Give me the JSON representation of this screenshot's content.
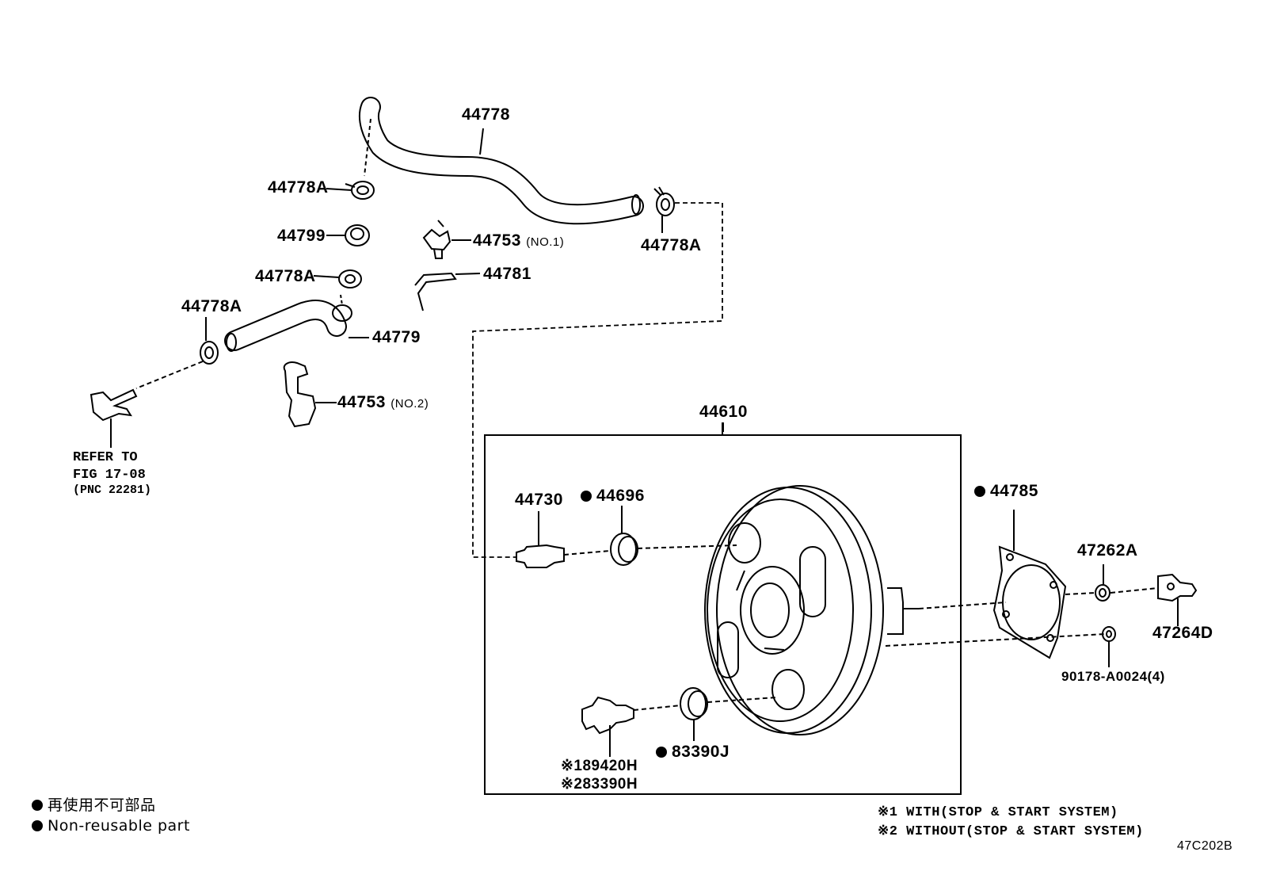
{
  "parts": {
    "p44778": "44778",
    "p44778a_top": "44778A",
    "p44778a_right": "44778A",
    "p44799": "44799",
    "p44753_1": "44753",
    "p44753_1_note": "(NO.1)",
    "p44781": "44781",
    "p44778a_mid": "44778A",
    "p44778a_left": "44778A",
    "p44779": "44779",
    "p44753_2": "44753",
    "p44753_2_note": "(NO.2)",
    "p44610": "44610",
    "p44730": "44730",
    "p44696": "44696",
    "p44785": "44785",
    "p47262a": "47262A",
    "p47264d": "47264D",
    "p90178": "90178-A0024(4)",
    "p83390j": "83390J",
    "p189420h": "※189420H",
    "p283390h": "※283390H"
  },
  "refer": {
    "line1": "REFER TO",
    "line2": "FIG 17-08",
    "line3": "(PNC 22281)"
  },
  "legend": {
    "jp": "再使用不可部品",
    "en": "Non-reusable part"
  },
  "notes": {
    "n1": "※1 WITH(STOP & START SYSTEM)",
    "n2": "※2 WITHOUT(STOP & START SYSTEM)"
  },
  "figure_code": "47C202B"
}
